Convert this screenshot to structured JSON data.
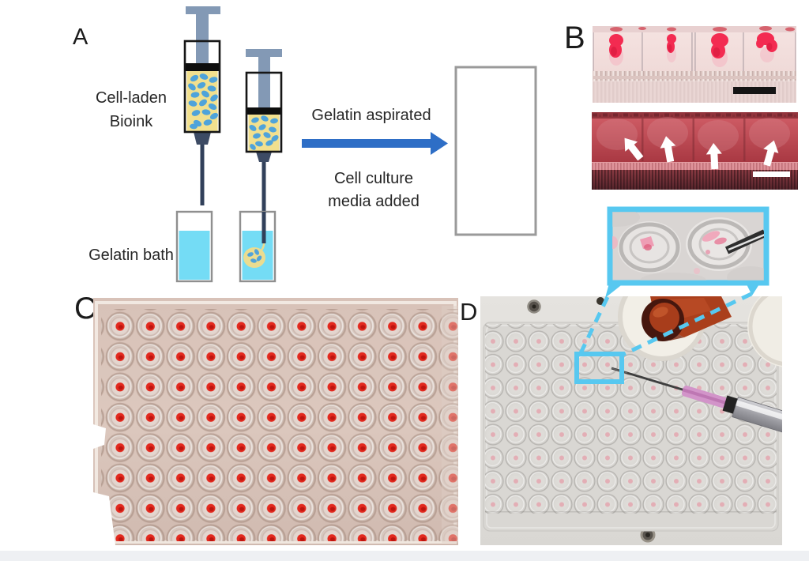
{
  "theme": {
    "page_bg": "#ffffff",
    "footer_bar": "#eef0f3",
    "label_color": "#1b1b1b",
    "diagram_text": "#262626",
    "plunger_gray": "#8399b5",
    "bioink_yellow": "#f2e08e",
    "cell_blue": "#4fa3da",
    "needle_navy": "#31405a",
    "gelatin_cyan": "#74dcf5",
    "arrow_blue": "#2e6ec6",
    "media_pink": "#f9afbe",
    "spheroid_yellow": "#eadc90",
    "inset_cyan": "#57c8f0",
    "well_red": "#e2291e"
  },
  "panels": {
    "a": {
      "label": "A",
      "bioink_line1": "Cell-laden",
      "bioink_line2": "Bioink",
      "bath_label": "Gelatin bath",
      "arrow_top": "Gelatin aspirated",
      "arrow_bottom_line1": "Cell culture",
      "arrow_bottom_line2": "media added"
    },
    "b": {
      "label": "B"
    },
    "c": {
      "label": "C"
    },
    "d": {
      "label": "D"
    }
  }
}
